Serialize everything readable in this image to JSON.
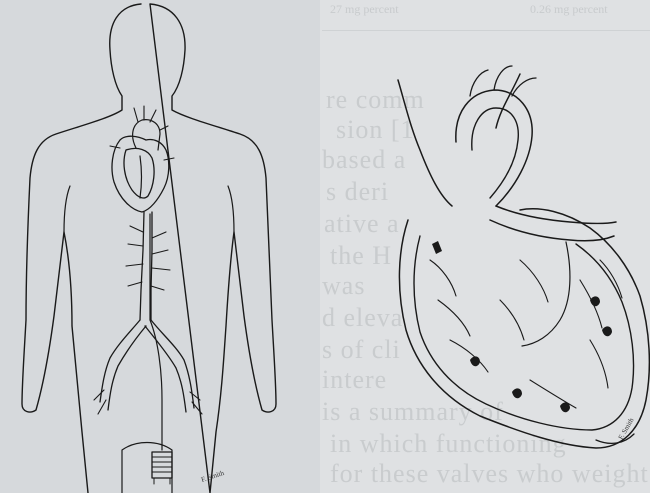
{
  "background_text": {
    "header_left": "27 mg percent",
    "header_right": "0.26 mg percent",
    "lines": [
      "re comm",
      "sion [1",
      " based a",
      "s deri",
      "ative a",
      "the H",
      " was",
      "d eleva",
      "s of cli",
      "intere",
      "is a summary of",
      "in which functioning",
      "for these valves who weight"
    ]
  },
  "figure_left": {
    "signature": "F. Smith"
  },
  "figure_right": {
    "signature": "F. Smith"
  }
}
